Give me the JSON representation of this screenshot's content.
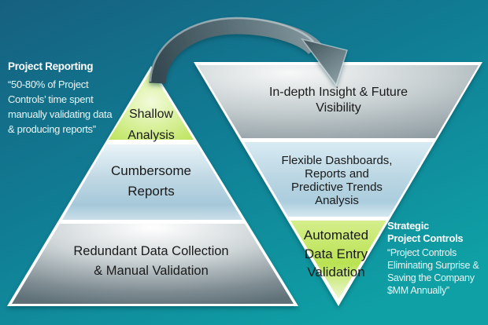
{
  "colors": {
    "background_top_left": "#16607f",
    "background_mid": "#107e95",
    "background_bottom_right": "#0fa0a5",
    "level_green": "#b8e24d",
    "level_blue": "#aecfdf",
    "level_gray": "#9aa6ab",
    "separator_white": "#ffffff",
    "arrow_dark": "#374e56",
    "arrow_light": "#8ba0a6",
    "label_text": "#1a1a1a",
    "annotation_text": "#ffffff"
  },
  "left_annotation": {
    "title": "Project Reporting",
    "quote": "“50-80% of Project\nControls’ time spent\nmanually validating data\n& producing reports”"
  },
  "right_annotation": {
    "title": "Strategic\nProject Controls",
    "quote": "“Project Controls\nEliminating Surprise &\nSaving the Company\n$MM Annually”"
  },
  "left_pyramid": {
    "levels": [
      {
        "label": "Shallow\nAnalysis"
      },
      {
        "label": "Cumbersome\nReports"
      },
      {
        "label": "Redundant Data Collection\n& Manual Validation"
      }
    ]
  },
  "right_pyramid": {
    "levels": [
      {
        "label": "In-depth Insight & Future\nVisibility"
      },
      {
        "label": "Flexible Dashboards,\nReports and\nPredictive Trends\nAnalysis"
      },
      {
        "label": "Automated\nData Entry\nValidation"
      }
    ]
  }
}
